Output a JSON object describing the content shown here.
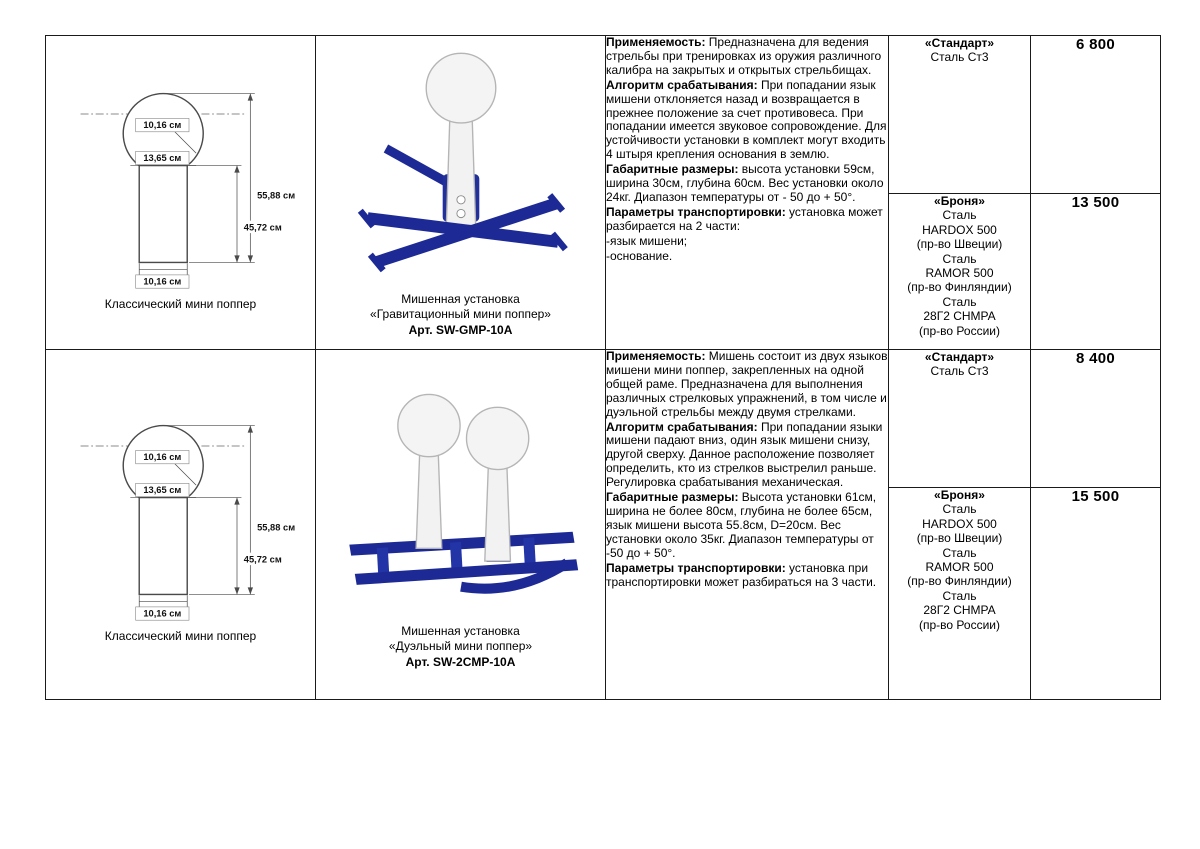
{
  "colors": {
    "frame_blue": "#1d2a96",
    "popper_white": "#f2f2f2",
    "table_border": "#1a1a1a"
  },
  "diagram": {
    "caption": "Классический мини поппер",
    "labels": {
      "top_width": "10,16 см",
      "chord_width": "13,65 см",
      "total_height": "55,88 см",
      "stem_height": "45,72 см",
      "base_width": "10,16 см"
    }
  },
  "products": [
    {
      "photo": {
        "title": "Мишенная установка",
        "subtitle": "«Гравитационный мини поппер»",
        "art": "Арт. SW-GMP-10A"
      },
      "description": [
        {
          "label": "Применяемость:",
          "text": " Предназначена  для ведения стрельбы при тренировках из оружия различного калибра на закрытых и открытых стрельбищах."
        },
        {
          "label": "Алгоритм срабатывания:",
          "text": " При попадании язык мишени отклоняется назад и возвращается в прежнее положение за счет противовеса. При попадании имеется звуковое сопровождение. Для устойчивости установки в комплект могут входить 4 штыря крепления основания в землю."
        },
        {
          "label": "Габаритные размеры:",
          "text": " высота установки 59см, ширина 30см, глубина 60см.  Вес установки около 24кг.  Диапазон температуры от - 50 до + 50°."
        },
        {
          "label": "Параметры транспортировки:",
          "text": "  установка может разбирается на 2 части:"
        },
        {
          "label": "",
          "text": "-язык мишени;"
        },
        {
          "label": "",
          "text": "-основание."
        }
      ],
      "variants": [
        {
          "name": "«Стандарт»",
          "materials": "Сталь Ст3",
          "price": "6 800"
        },
        {
          "name": "«Броня»",
          "materials": "Сталь\nHARDOX 500\n(пр-во Швеции)\nСталь\nRAMOR 500\n(пр-во Финляндии)\nСталь\n28Г2 CHMPA\n(пр-во России)",
          "price": "13 500"
        }
      ]
    },
    {
      "photo": {
        "title": "Мишенная установка",
        "subtitle": "«Дуэльный мини поппер»",
        "art": "Арт. SW-2CMP-10A"
      },
      "description": [
        {
          "label": "Применяемость:",
          "text": " Мишень состоит из двух языков мишени мини поппер, закрепленных на одной общей раме.  Предназначена  для выполнения различных стрелковых упражнений, в том числе и дуэльной стрельбы между двумя стрелками."
        },
        {
          "label": "Алгоритм срабатывания:",
          "text": "  При попадании языки мишени падают вниз, один язык мишени снизу, другой сверху. Данное расположение позволяет определить, кто из стрелков выстрелил раньше. Регулировка срабатывания механическая."
        },
        {
          "label": "Габаритные размеры:",
          "text": "  Высота установки 61см, ширина не более 80см, глубина не более 65см, язык мишени высота 55.8см, D=20см.  Вес установки около  35кг. Диапазон температуры от -50 до + 50°."
        },
        {
          "label": "Параметры транспортировки:",
          "text": "  установка при транспортировки может разбираться на 3 части."
        }
      ],
      "variants": [
        {
          "name": "«Стандарт»",
          "materials": "Сталь Ст3",
          "price": "8 400"
        },
        {
          "name": "«Броня»",
          "materials": "Сталь\nHARDOX 500\n(пр-во Швеции)\nСталь\nRAMOR 500\n(пр-во Финляндии)\nСталь\n28Г2 CHMPA\n(пр-во России)",
          "price": "15 500"
        }
      ]
    }
  ]
}
